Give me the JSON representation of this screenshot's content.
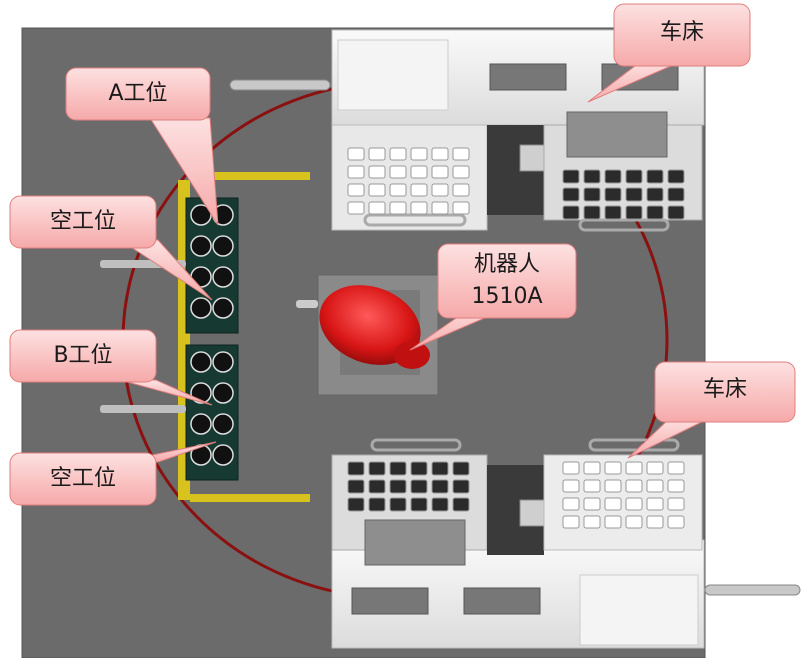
{
  "labels": {
    "station_a": "A工位",
    "empty_1": "空工位",
    "station_b": "B工位",
    "empty_2": "空工位",
    "robot_line1": "机器人",
    "robot_line2": "1510A",
    "lathe_top": "车床",
    "lathe_bottom": "车床"
  },
  "colors": {
    "floor": "#6b6b6b",
    "robot": "#d81515",
    "callout_fill": "#f8b9b9",
    "callout_stroke": "#e07e7e",
    "rail": "#8b1010",
    "fixture": "#163a32",
    "yellow": "#d8c21e"
  }
}
